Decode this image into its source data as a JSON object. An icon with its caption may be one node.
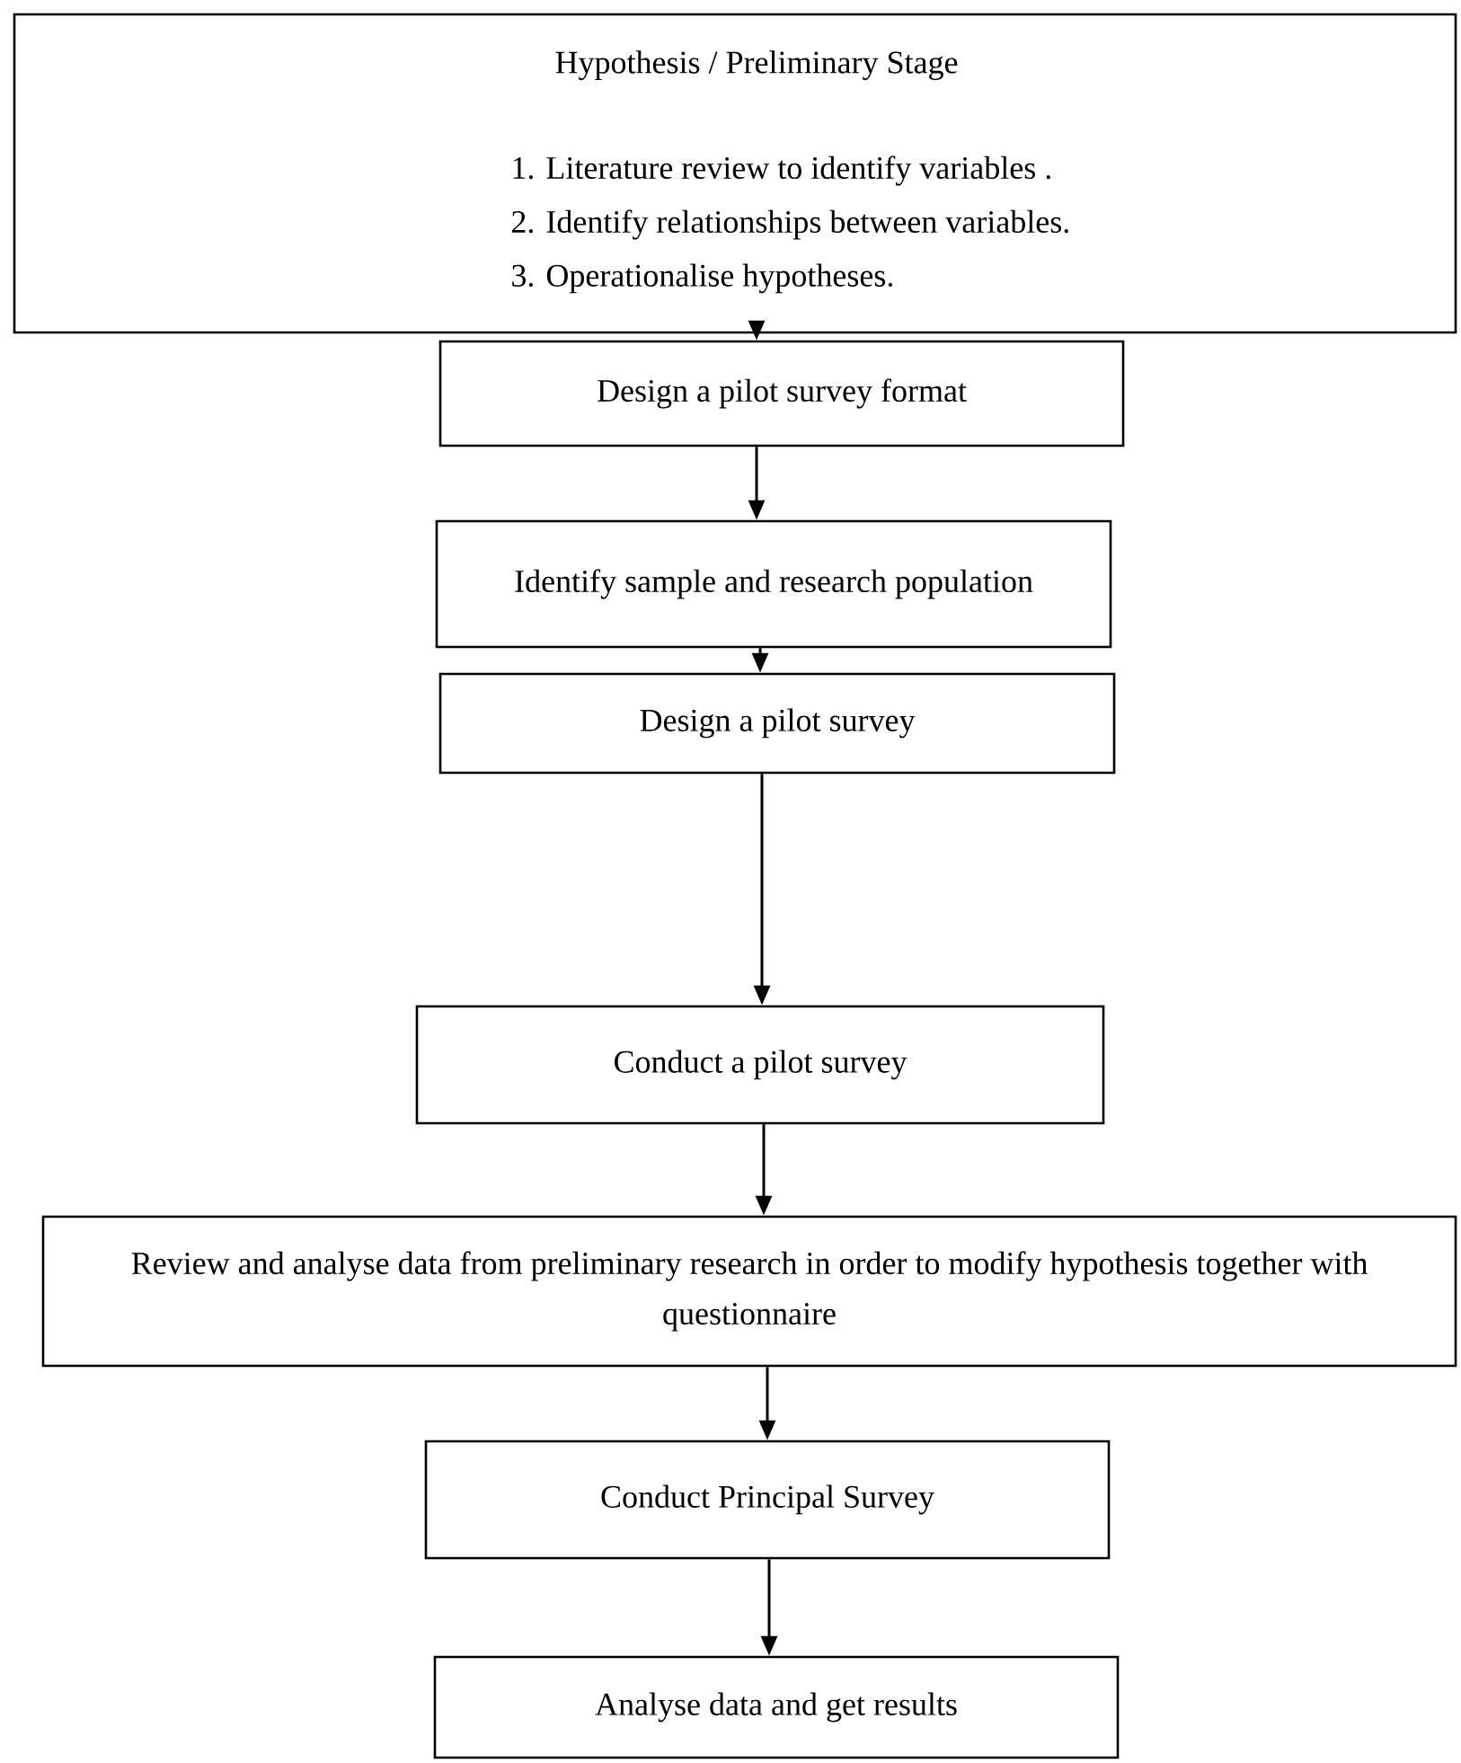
{
  "diagram": {
    "nodes": [
      {
        "text": [
          "Hypothesis / Preliminary Stage",
          "1. Literature review to identify variables .",
          "2. Identify relationships between variables.",
          "3. Operationalise hypotheses."
        ]
      },
      {
        "text": [
          "Design a pilot survey format"
        ]
      },
      {
        "text": [
          "Identify sample and research population"
        ]
      },
      {
        "text": [
          "Design a pilot survey"
        ]
      },
      {
        "text": [
          "Conduct a pilot survey"
        ]
      },
      {
        "text": [
          "Review and analyse data from preliminary research in order to modify hypothesis together with questionnaire"
        ]
      },
      {
        "text": [
          "Conduct Principal Survey"
        ]
      },
      {
        "text": [
          "Analyse data and get results"
        ]
      }
    ],
    "edges": [
      {
        "from": 0,
        "to": 1,
        "arrow": "to"
      },
      {
        "from": 1,
        "to": 2,
        "arrow": "to"
      },
      {
        "from": 2,
        "to": 3,
        "arrow": "to"
      },
      {
        "from": 3,
        "to": 4,
        "arrow": "to"
      },
      {
        "from": 4,
        "to": 5,
        "arrow": "to"
      },
      {
        "from": 5,
        "to": 6,
        "arrow": "to"
      },
      {
        "from": 6,
        "to": 7,
        "arrow": "to"
      }
    ]
  }
}
